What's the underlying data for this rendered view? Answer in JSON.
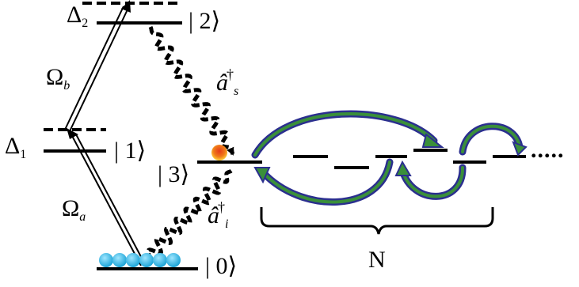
{
  "colors": {
    "line": "#000000",
    "arrow_outline": "#2b2f8f",
    "arrow_fill": "#3a8f3a",
    "atom": "#29b6e6",
    "excitation_core": "#e53b1a",
    "excitation_glow": "#ffd23a"
  },
  "levels": {
    "l0": "| 0⟩",
    "l1": "| 1⟩",
    "l2": "| 2⟩",
    "l3": "| 3⟩"
  },
  "detunings": {
    "d1_symbol": "Δ",
    "d1_sub": "1",
    "d2_symbol": "Δ",
    "d2_sub": "2"
  },
  "fields": {
    "oa_symbol": "Ω",
    "oa_sub": "a",
    "ob_symbol": "Ω",
    "ob_sub": "b"
  },
  "photons": {
    "signal_op": "â",
    "signal_dag": "†",
    "signal_sub": "s",
    "idler_op": "â",
    "idler_dag": "†",
    "idler_sub": "i"
  },
  "chain": {
    "count_label": "N",
    "ellipsis": "....."
  }
}
